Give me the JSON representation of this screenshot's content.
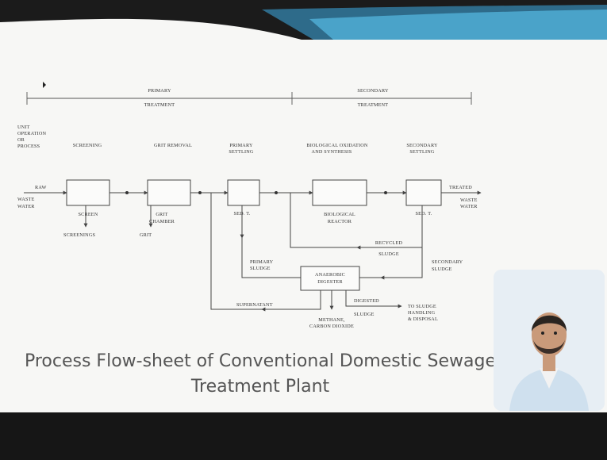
{
  "slide": {
    "title": "Process Flow-sheet of Conventional Domestic Sewage Treatment Plant",
    "colors": {
      "band_teal": "#2e6b8a",
      "band_teal_light": "#4aa3c9",
      "band_dark": "#1b1b1b",
      "background": "#f7f7f5",
      "title_text": "#555555"
    }
  },
  "diagram": {
    "phases": [
      "PRIMARY TREATMENT",
      "SECONDARY TREATMENT"
    ],
    "row_header": "UNIT OPERATION OR PROCESS",
    "stage_headers": [
      "SCREENING",
      "GRIT REMOVAL",
      "PRIMARY SETTLING",
      "BIOLOGICAL OXIDATION AND SYNTHESIS",
      "SECONDARY SETTLING"
    ],
    "inflow": "RAW WASTE WATER",
    "outflow": "TREATED WASTE WATER",
    "units": {
      "screen": "SCREEN",
      "grit_chamber": "GRIT CHAMBER",
      "sed_tank_1": "SED. T.",
      "bio_reactor": "BIOLOGICAL REACTOR",
      "sed_tank_2": "SED. T.",
      "digester": "ANAEROBIC DIGESTER"
    },
    "streams": {
      "screenings": "SCREENINGS",
      "grit": "GRIT",
      "recycled_sludge": "RECYCLED SLUDGE",
      "primary_sludge": "PRIMARY SLUDGE",
      "secondary_sludge": "SECONDARY SLUDGE",
      "supernatant": "SUPERNATANT",
      "digested_sludge": "DIGESTED SLUDGE",
      "gas": "METHANE, CARBON DIOXIDE",
      "disposal": "TO SLUDGE HANDLING & DISPOSAL"
    }
  },
  "presenter": {
    "icon": "presenter-video-icon"
  }
}
